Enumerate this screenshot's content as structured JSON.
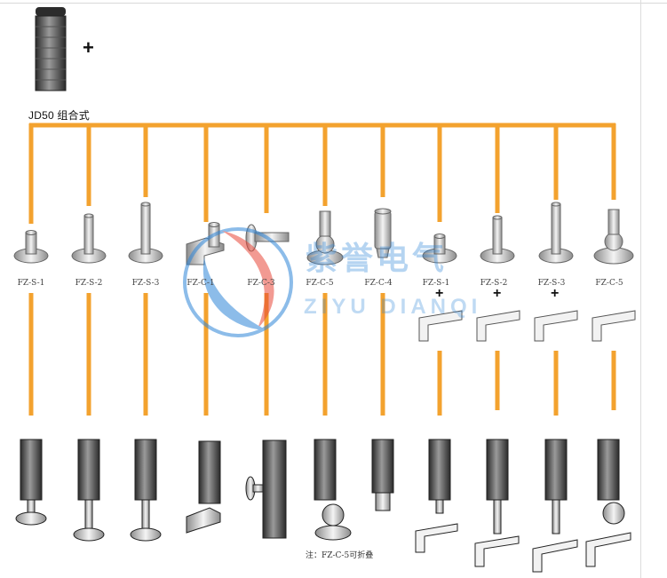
{
  "diagram": {
    "title": "JD50 组合式",
    "parts": [
      {
        "code": "FZ-S-1"
      },
      {
        "code": "FZ-S-2"
      },
      {
        "code": "FZ-S-3"
      },
      {
        "code": "FZ-C-1"
      },
      {
        "code": "FZ-C-3"
      },
      {
        "code": "FZ-C-5"
      },
      {
        "code": "FZ-C-4"
      },
      {
        "code": "FZ-S-1"
      },
      {
        "code": "FZ-S-2"
      },
      {
        "code": "FZ-S-3"
      },
      {
        "code": "FZ-C-5"
      }
    ],
    "plus": "+",
    "note": "注：FZ-C-5可折叠"
  },
  "watermark": {
    "chinese": "紫誉电气",
    "latin": "ZIYU DIANQI"
  },
  "colors": {
    "connector": "#F3A22E",
    "watermark_blue": "#2f86d8",
    "watermark_red": "#e8493a"
  }
}
